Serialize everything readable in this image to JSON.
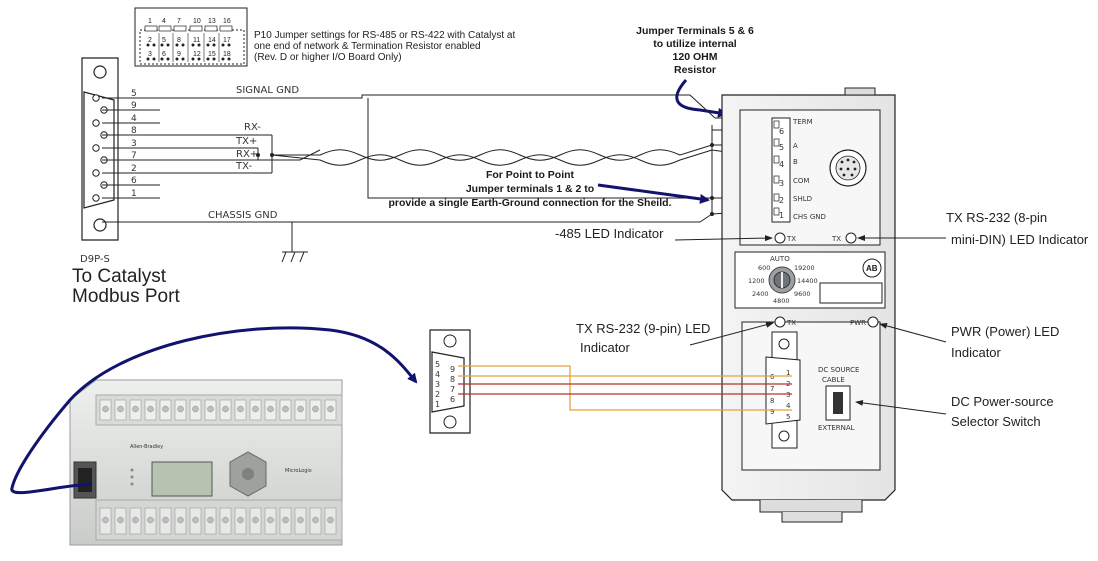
{
  "p10_note": {
    "line1": "P10 Jumper settings for RS-485 or RS-422 with Catalyst at",
    "line2": "one end of network & Termination Resistor enabled",
    "line3": "(Rev. D or higher I/O Board Only)",
    "pin_numbers_top": [
      "1",
      "4",
      "7",
      "10",
      "13",
      "16"
    ],
    "pin_numbers_row2": [
      "2",
      "5",
      "8",
      "11",
      "14",
      "17"
    ],
    "pin_numbers_row3": [
      "3",
      "6",
      "9",
      "12",
      "15",
      "18"
    ]
  },
  "top_callout": {
    "line1": "Jumper Terminals 5 & 6",
    "line2": "to utilize internal",
    "line3": "120 OHM",
    "line4": "Resistor"
  },
  "mid_callout": {
    "line1": "For Point to Point",
    "line2": "Jumper terminals 1 & 2 to",
    "line3": "provide a single Earth-Ground connection for the Sheild."
  },
  "db9_left": {
    "pins": [
      "5",
      "9",
      "4",
      "8",
      "3",
      "7",
      "2",
      "6",
      "1"
    ],
    "model": "D9P-S",
    "caption1": "To Catalyst",
    "caption2": "Modbus Port"
  },
  "wire_labels": {
    "signal_gnd": "SIGNAL GND",
    "rx_minus": "RX-",
    "tx_plus": "TX+",
    "rx_plus": "RX+",
    "tx_minus": "TX-",
    "chassis_gnd": "CHASSIS GND"
  },
  "module": {
    "terminals": [
      "6",
      "5",
      "4",
      "3",
      "2",
      "1"
    ],
    "term_labels": [
      "TERM",
      "A",
      "B",
      "COM",
      "SHLD",
      "CHS GND"
    ],
    "tx_label_1": "TX",
    "tx_label_2": "TX",
    "baud_title": "AUTO",
    "baud_rates": [
      "600",
      "19200",
      "1200",
      "14400",
      "2400",
      "9600",
      "4800"
    ],
    "logo": "AB",
    "tx_label_3": "TX",
    "pwr_label": "PWR",
    "dc_source": "DC SOURCE",
    "cable": "CABLE",
    "external": "EXTERNAL",
    "db9_pins": [
      "6",
      "1",
      "7",
      "2",
      "8",
      "3",
      "9",
      "4",
      "5"
    ]
  },
  "db9_mid": {
    "pins": [
      "5",
      "9",
      "4",
      "8",
      "3",
      "7",
      "2",
      "6",
      "1"
    ]
  },
  "annotations": {
    "rs485_led": "-485 LED Indicator",
    "tx232_8pin_1": "TX RS-232 (8-pin",
    "tx232_8pin_2": "mini-DIN) LED Indicator",
    "tx232_9pin_1": "TX RS-232 (9-pin) LED",
    "tx232_9pin_2": "Indicator",
    "pwr_led_1": "PWR (Power) LED",
    "pwr_led_2": "Indicator",
    "dc_switch_1": "DC Power-source",
    "dc_switch_2": "Selector Switch"
  },
  "plc": {
    "brand": "Allen-Bradley",
    "model": "MicroLogix"
  },
  "colors": {
    "arrow_navy": "#12136e",
    "wire_orange": "#e8a23a",
    "wire_red": "#b8322a"
  }
}
